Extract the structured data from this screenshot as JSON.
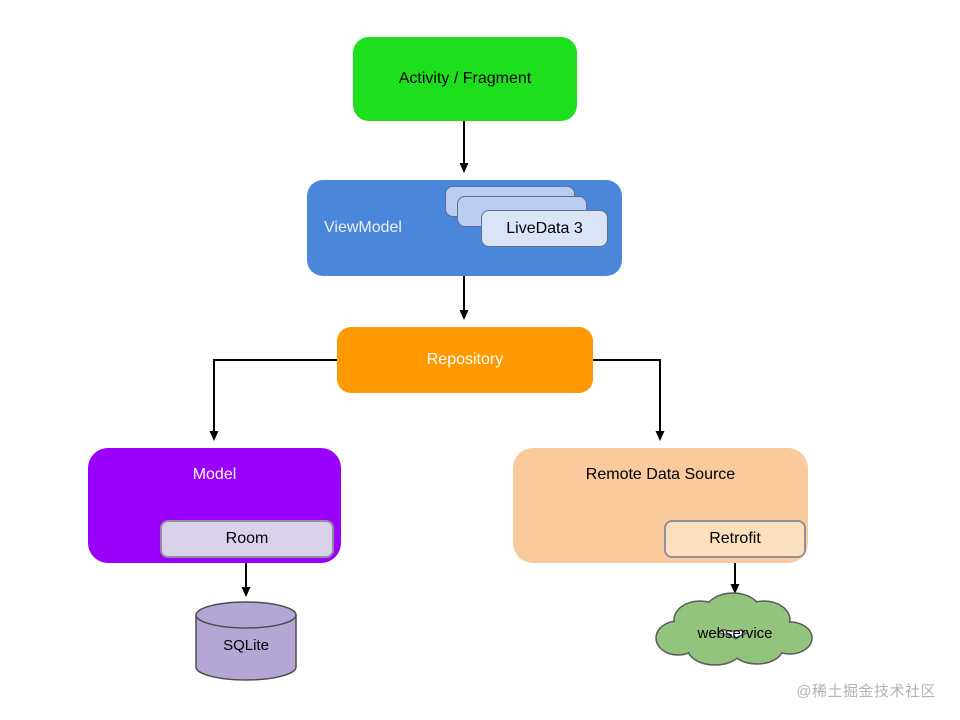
{
  "diagram": {
    "nodes": {
      "activity_fragment": {
        "label": "Activity / Fragment",
        "fill": "#1ddf1d",
        "text_color": "#000000"
      },
      "viewmodel": {
        "label": "ViewModel",
        "fill": "#4a86d9",
        "text_color": "#e9eef7"
      },
      "livedata_card": {
        "label": "LiveData 3",
        "fill": "#d9e5f7",
        "text_color": "#000000"
      },
      "repository": {
        "label": "Repository",
        "fill": "#ff9900",
        "text_color": "#ffffff"
      },
      "model": {
        "label": "Model",
        "fill": "#9b00fb",
        "text_color": "#ffffff"
      },
      "room": {
        "label": "Room",
        "fill": "#d9d2e9",
        "text_color": "#000000"
      },
      "sqlite": {
        "label": "SQLite",
        "fill": "#b4a7d6",
        "text_color": "#000000"
      },
      "remote_data_source": {
        "label": "Remote Data Source",
        "fill": "#f9cb9c",
        "text_color": "#000000"
      },
      "retrofit": {
        "label": "Retrofit",
        "fill": "#fce0bd",
        "text_color": "#000000"
      },
      "webservice": {
        "label": "webservice",
        "fill": "#93c47d",
        "text_color": "#000000"
      }
    },
    "edges": [
      {
        "from": "activity_fragment",
        "to": "viewmodel"
      },
      {
        "from": "viewmodel",
        "to": "repository"
      },
      {
        "from": "repository",
        "to": "model"
      },
      {
        "from": "repository",
        "to": "remote_data_source"
      },
      {
        "from": "room",
        "to": "sqlite"
      },
      {
        "from": "retrofit",
        "to": "webservice"
      }
    ],
    "watermark": "@稀土掘金技术社区"
  }
}
